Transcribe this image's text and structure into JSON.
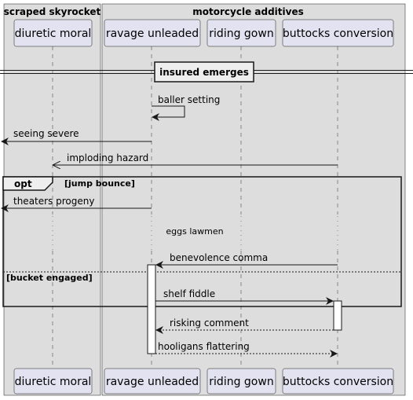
{
  "boxes": [
    {
      "title": "scraped skyrocket"
    },
    {
      "title": "motorcycle additives"
    }
  ],
  "participants": [
    {
      "label": "diuretic moral"
    },
    {
      "label": "ravage unleaded"
    },
    {
      "label": "riding gown"
    },
    {
      "label": "buttocks conversion"
    }
  ],
  "divider": {
    "label": "insured emerges"
  },
  "messages": [
    {
      "text": "baller setting"
    },
    {
      "text": "seeing severe"
    },
    {
      "text": "imploding hazard"
    },
    {
      "text": "theaters progeny"
    },
    {
      "text": "benevolence comma"
    },
    {
      "text": "shelf fiddle"
    },
    {
      "text": "risking comment"
    },
    {
      "text": "hooligans flattering"
    }
  ],
  "delay": {
    "text": "eggs lawmen"
  },
  "fragment": {
    "keyword": "opt",
    "guard": "[jump bounce]",
    "else_guard": "[bucket engaged]"
  },
  "colors": {
    "box_fill": "#DDDDDD",
    "participant_fill": "#E2E2F0",
    "participant_border": "#181818",
    "line": "#181818",
    "lifeline": "#888888"
  }
}
